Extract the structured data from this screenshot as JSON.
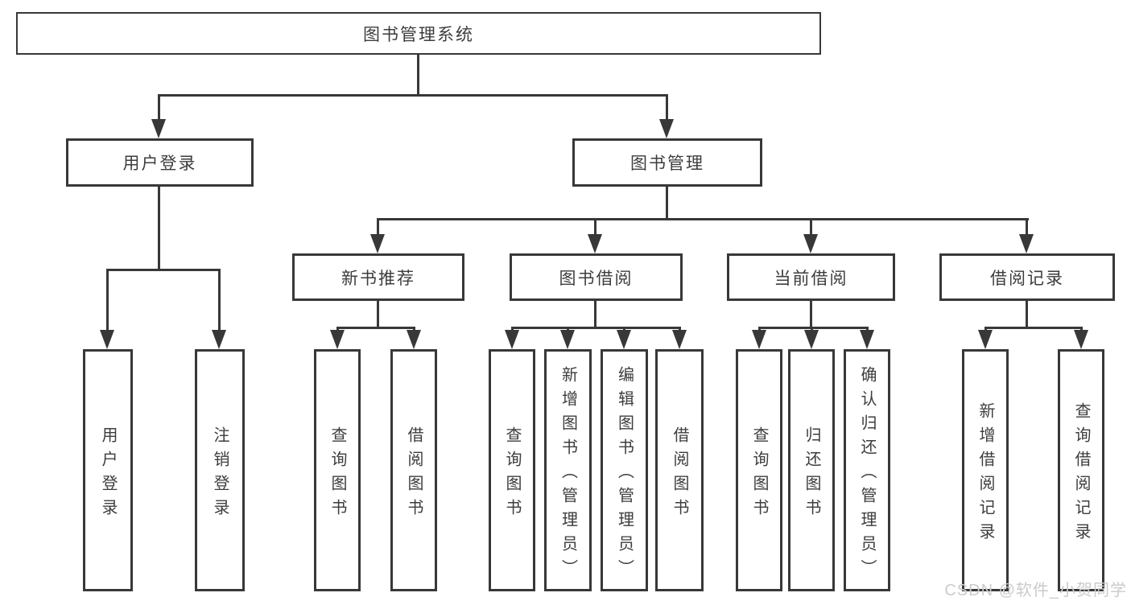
{
  "diagram_title": "图书管理系统",
  "tree": {
    "root": {
      "label": "图书管理系统"
    },
    "branches": [
      {
        "label": "用户登录",
        "leaves": [
          "用户登录",
          "注销登录"
        ]
      },
      {
        "label": "图书管理",
        "children": [
          {
            "label": "新书推荐",
            "leaves": [
              "查询图书",
              "借阅图书"
            ]
          },
          {
            "label": "图书借阅",
            "leaves": [
              "查询图书",
              "新增图书（管理员）",
              "编辑图书（管理员）",
              "借阅图书"
            ]
          },
          {
            "label": "当前借阅",
            "leaves": [
              "查询图书",
              "归还图书",
              "确认归还（管理员）"
            ]
          },
          {
            "label": "借阅记录",
            "leaves": [
              "新增借阅记录",
              "查询借阅记录"
            ]
          }
        ]
      }
    ]
  },
  "watermark": "CSDN @软件_小贺同学",
  "colors": {
    "line": "#383838",
    "box_border": "#383838",
    "box_fill": "#ffffff",
    "text": "#3d3d3d",
    "background": "#ffffff",
    "watermark": "#cbcbcb"
  }
}
